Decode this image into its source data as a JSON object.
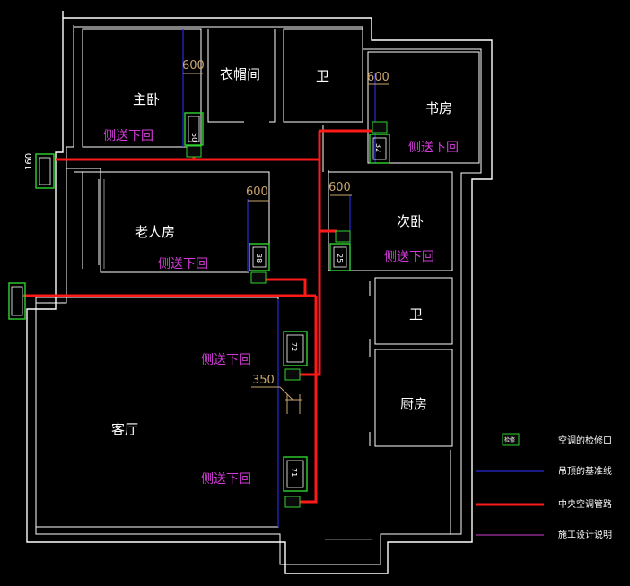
{
  "rooms": {
    "master_bedroom": "主卧",
    "cloakroom": "衣帽间",
    "bathroom_top": "卫",
    "study": "书房",
    "elderly_room": "老人房",
    "second_bedroom": "次卧",
    "bathroom_right": "卫",
    "kitchen": "厨房",
    "living_room": "客厅"
  },
  "notes": {
    "side_supply_bottom_return": "侧送下回"
  },
  "dimensions": {
    "d600": "600",
    "d350": "350",
    "d160": "160"
  },
  "units": {
    "master": "50",
    "study": "32",
    "elderly": "38",
    "second": "25",
    "living_a": "72",
    "living_b": "71"
  },
  "legend": {
    "access_port": "空调的检修口",
    "ceiling_baseline": "吊顶的基准线",
    "ac_pipe": "中央空调管路",
    "design_notes": "施工设计说明",
    "access_icon_text": "检修"
  },
  "colors": {
    "wall": "#ffffff",
    "baseline": "#2a2ad8",
    "pipe": "#ff1a1a",
    "unit": "#2fd22f",
    "note": "#d33bd9",
    "dimension": "#c9a66b"
  }
}
